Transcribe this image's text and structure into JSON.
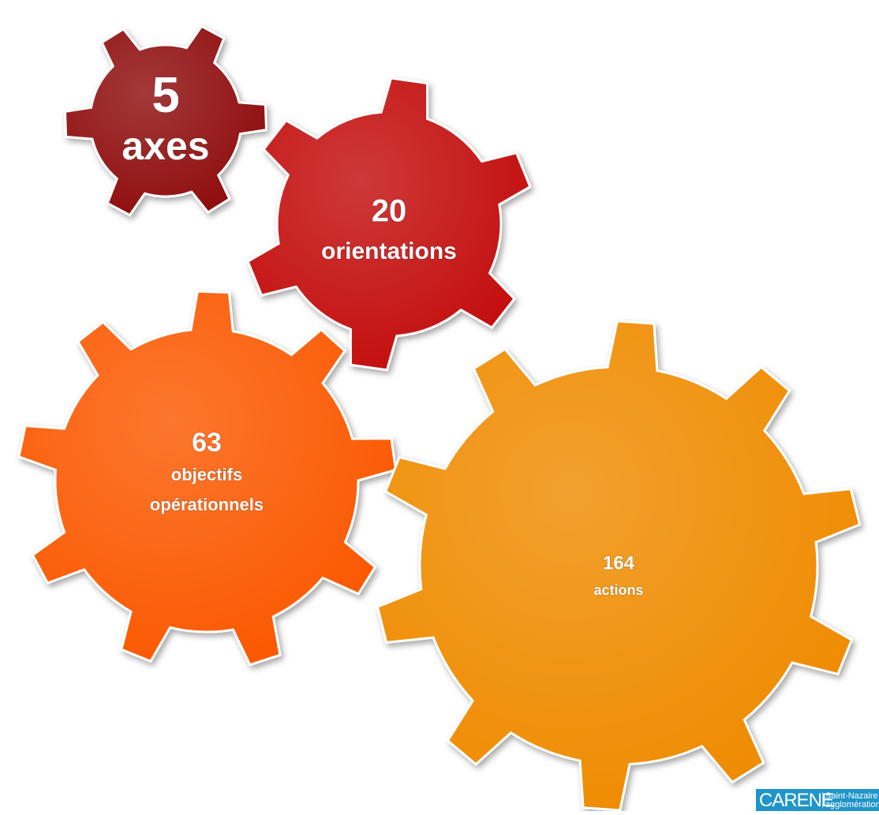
{
  "gears": [
    {
      "id": "axes",
      "number": "5",
      "label_lines": [
        "axes"
      ],
      "color": "#8f0a0a"
    },
    {
      "id": "orientations",
      "number": "20",
      "label_lines": [
        "orientations"
      ],
      "color": "#c30d0d"
    },
    {
      "id": "objectifs",
      "number": "63",
      "label_lines": [
        "objectifs",
        "opérationnels"
      ],
      "color": "#fb5800"
    },
    {
      "id": "actions",
      "number": "164",
      "label_lines": [
        "actions"
      ],
      "color": "#ef8b06"
    }
  ],
  "logo": {
    "name": "CARENE",
    "subtitle_line1": "Saint-Nazaire",
    "subtitle_line2": "agglomération",
    "color": "#1f95c9"
  }
}
